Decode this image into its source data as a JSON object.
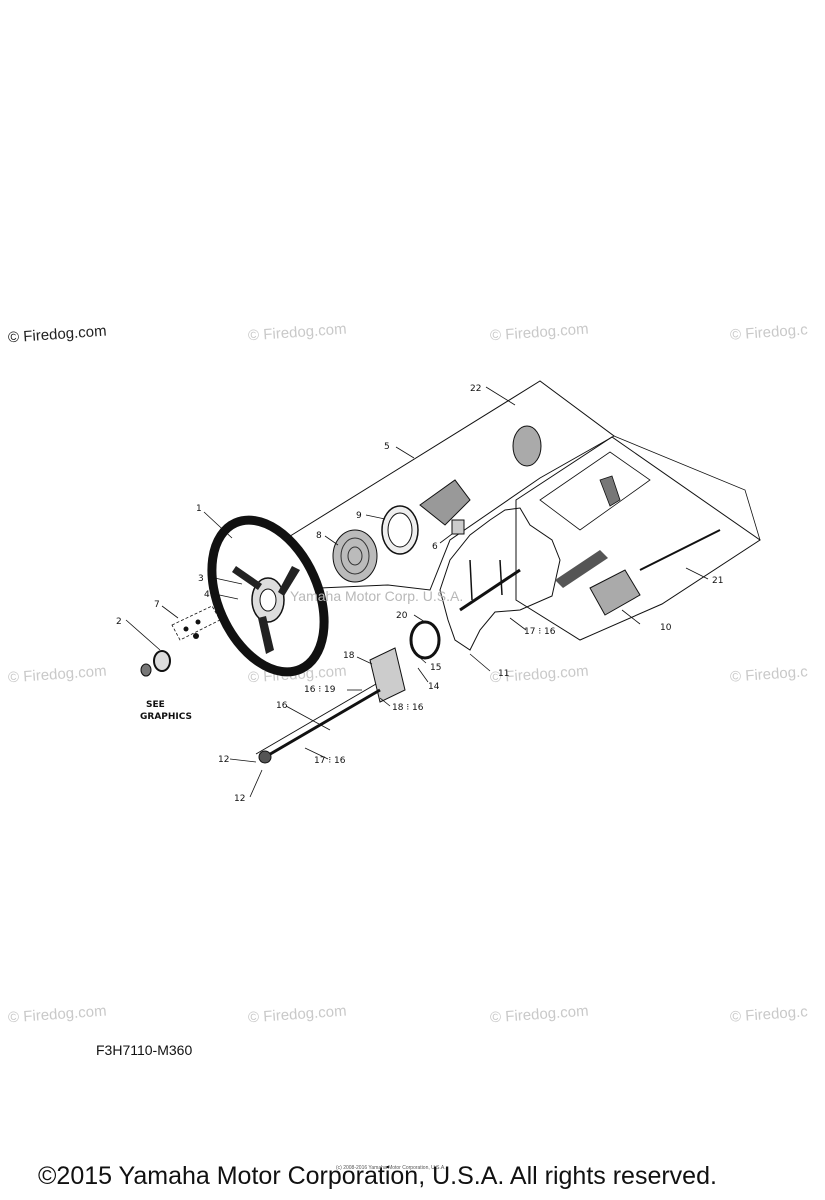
{
  "watermarks": [
    "© Firedog.com",
    "© Firedog.com",
    "© Firedog.com",
    "© Firedog.c",
    "© Firedog.com",
    "© Firedog.com",
    "© Firedog.com",
    "© Firedog.c",
    "© Firedog.com",
    "© Firedog.com",
    "© Firedog.com",
    "© Firedog.c"
  ],
  "diagram": {
    "callouts": [
      "1",
      "2",
      "3",
      "4",
      "5",
      "6",
      "7",
      "8",
      "9",
      "10",
      "11",
      "12",
      "12",
      "14",
      "15",
      "16",
      "16 ⁝ 19",
      "18 ⁝ 16",
      "17 ⁝ 16",
      "17 ⁝ 16",
      "18",
      "20",
      "21",
      "22"
    ],
    "see_graphics_line1": "SEE",
    "see_graphics_line2": "GRAPHICS",
    "inline_watermark": "Yamaha Motor Corp. U.S.A."
  },
  "part_code": "F3H7110-M360",
  "copyright_tiny": "(c) 2008-2016 Yamaha Motor Corporation, U.S.A.",
  "copyright": "©2015 Yamaha Motor Corporation, U.S.A. All rights reserved."
}
